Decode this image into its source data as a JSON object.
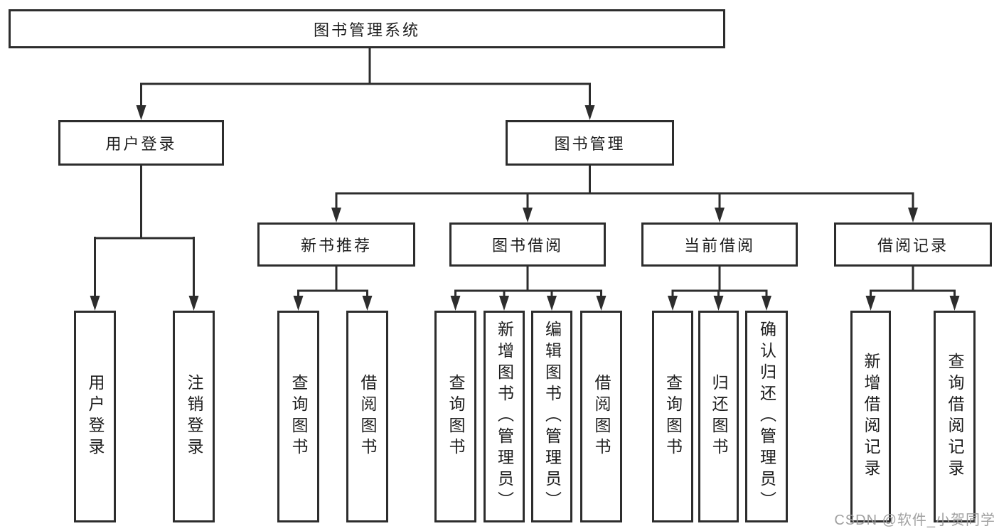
{
  "tree": {
    "root": "图书管理系统",
    "branch_login": {
      "label": "用户登录",
      "leaves": [
        "用户登录",
        "注销登录"
      ]
    },
    "branch_mgmt": {
      "label": "图书管理",
      "groups": [
        {
          "label": "新书推荐",
          "leaves": [
            "查询图书",
            "借阅图书"
          ]
        },
        {
          "label": "图书借阅",
          "leaves": [
            "查询图书",
            "新增图书（管理员）",
            "编辑图书（管理员）",
            "借阅图书"
          ]
        },
        {
          "label": "当前借阅",
          "leaves": [
            "查询图书",
            "归还图书",
            "确认归还（管理员）"
          ]
        },
        {
          "label": "借阅记录",
          "leaves": [
            "新增借阅记录",
            "查询借阅记录"
          ]
        }
      ]
    }
  },
  "watermark": "CSDN @软件_小贺同学",
  "colors": {
    "line": "#2d2d2d",
    "text": "#1d1d1d",
    "watermark": "#9b9b9b",
    "background": "#ffffff"
  }
}
